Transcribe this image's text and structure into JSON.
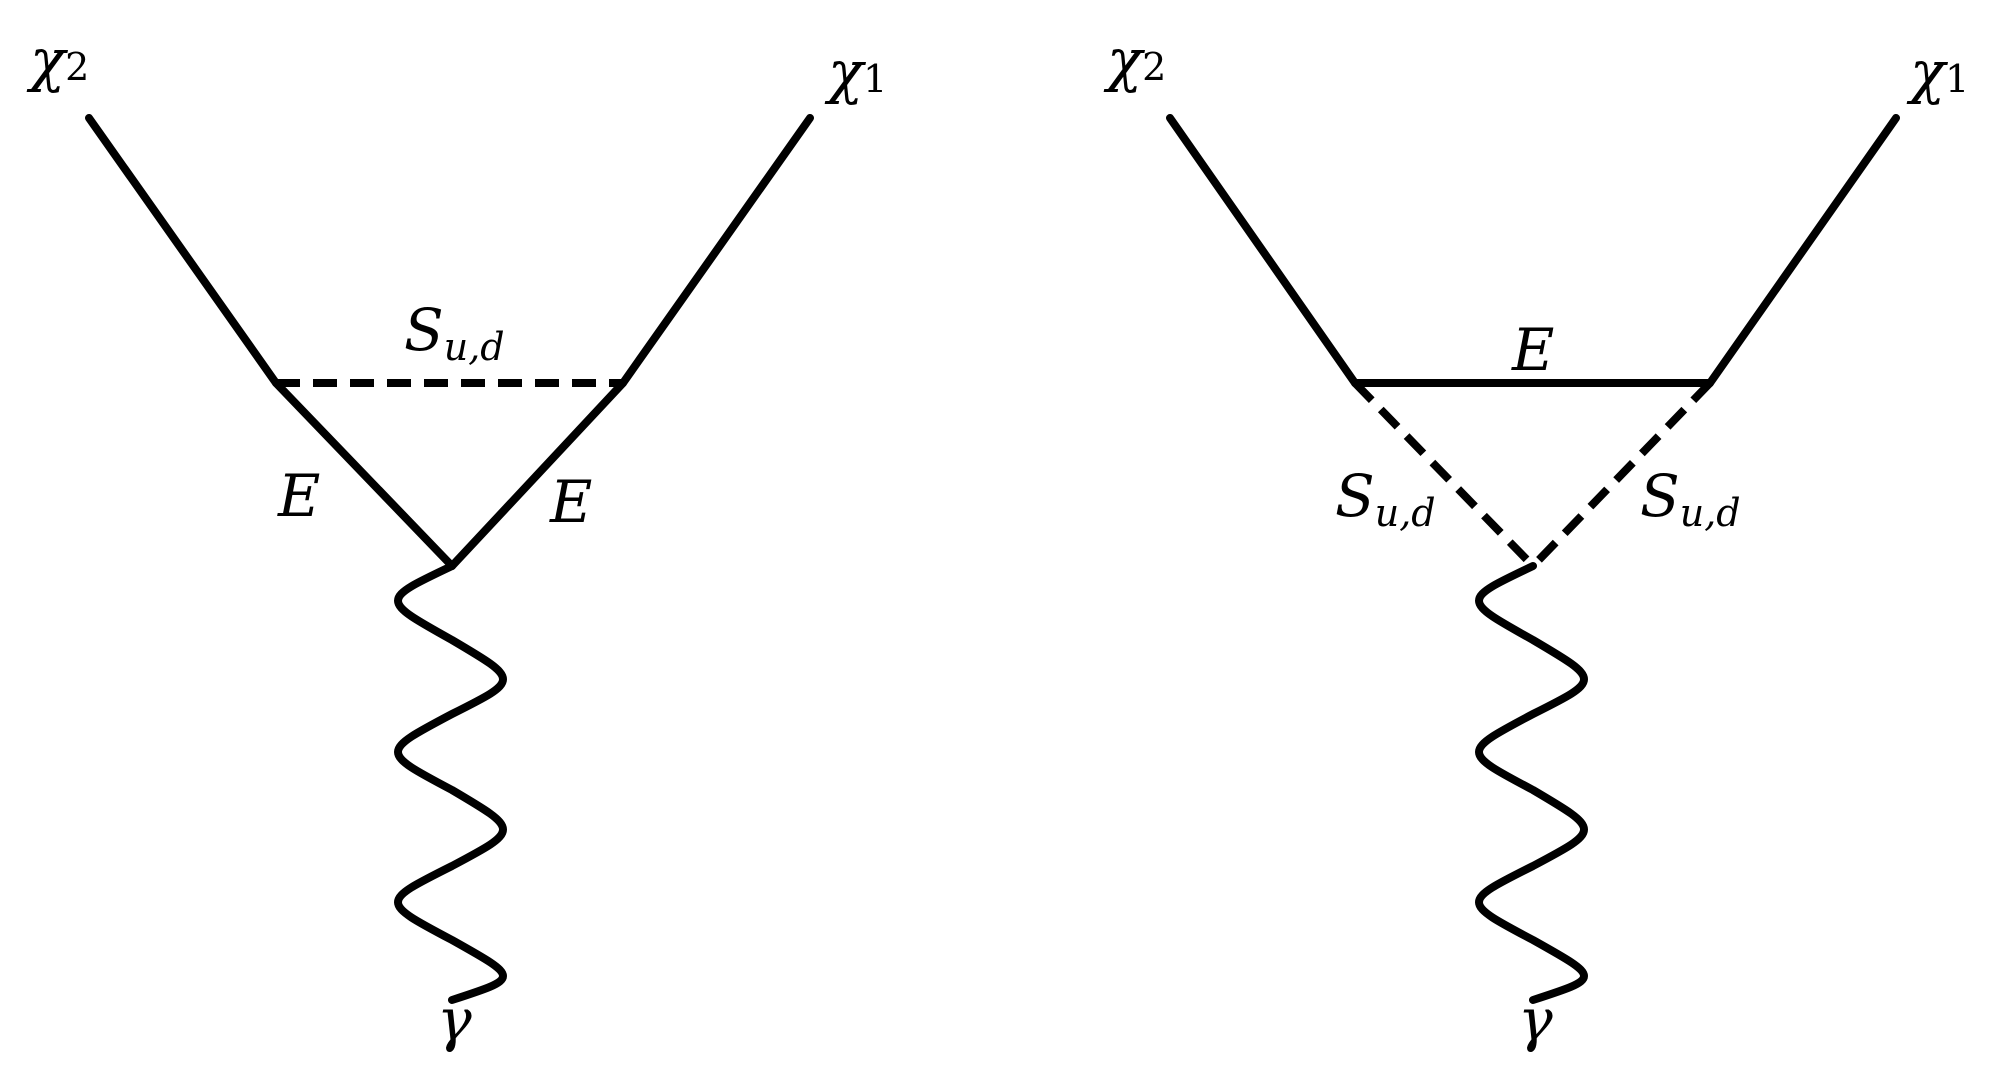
{
  "diagrams": [
    {
      "id": "left",
      "particles": {
        "chi2": {
          "symbol": "χ",
          "index": "2"
        },
        "chi1": {
          "symbol": "χ",
          "index": "1"
        },
        "photon": "γ"
      },
      "propagators": {
        "top": {
          "type": "scalar",
          "line": "dashed",
          "label": "S",
          "sub": "u,d"
        },
        "left": {
          "type": "fermion",
          "line": "solid",
          "label": "E",
          "sub": ""
        },
        "right": {
          "type": "fermion",
          "line": "solid",
          "label": "E",
          "sub": ""
        }
      }
    },
    {
      "id": "right",
      "particles": {
        "chi2": {
          "symbol": "χ",
          "index": "2"
        },
        "chi1": {
          "symbol": "χ",
          "index": "1"
        },
        "photon": "γ"
      },
      "propagators": {
        "top": {
          "type": "fermion",
          "line": "solid",
          "label": "E",
          "sub": ""
        },
        "left": {
          "type": "scalar",
          "line": "dashed",
          "label": "S",
          "sub": "u,d"
        },
        "right": {
          "type": "scalar",
          "line": "dashed",
          "label": "S",
          "sub": "u,d"
        }
      }
    }
  ],
  "colors": {
    "line": "#000000",
    "background": "#ffffff"
  }
}
